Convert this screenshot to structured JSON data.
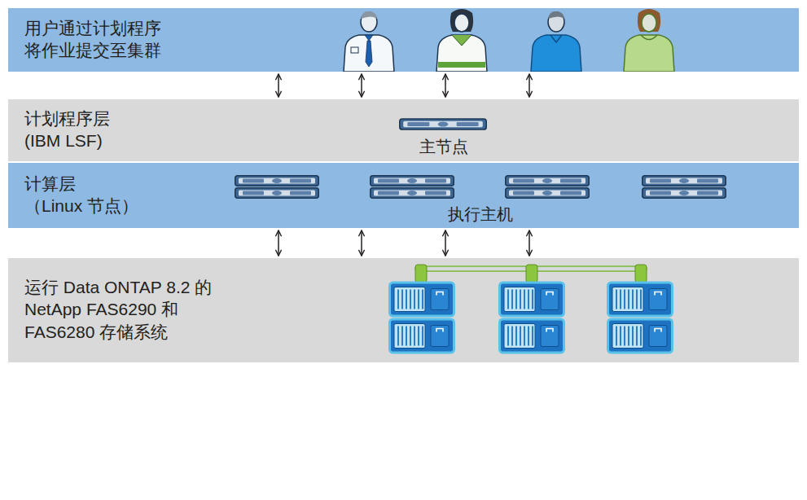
{
  "diagram": {
    "nodes": [
      {
        "text": [
          "用户通过计划程序 将作业提交至集群"
        ]
      },
      {
        "text": [
          "计划程序层 (IBM LSF)"
        ]
      },
      {
        "text": [
          "计算层 （Linux 节点）"
        ]
      },
      {
        "text": [
          "运行 Data ONTAP 8.2 的 NetApp FAS6290 和 FAS6280 存储系统"
        ]
      }
    ],
    "edges": [
      {
        "from": 0,
        "to": 1,
        "arrow": "both"
      },
      {
        "from": 0,
        "to": 1,
        "arrow": "both"
      },
      {
        "from": 0,
        "to": 1,
        "arrow": "both"
      },
      {
        "from": 0,
        "to": 1,
        "arrow": "both"
      },
      {
        "from": 2,
        "to": 3,
        "arrow": "both"
      },
      {
        "from": 2,
        "to": 3,
        "arrow": "both"
      },
      {
        "from": 2,
        "to": 3,
        "arrow": "both"
      },
      {
        "from": 2,
        "to": 3,
        "arrow": "both"
      }
    ],
    "labels": [
      "主节点",
      "执行主机"
    ]
  }
}
